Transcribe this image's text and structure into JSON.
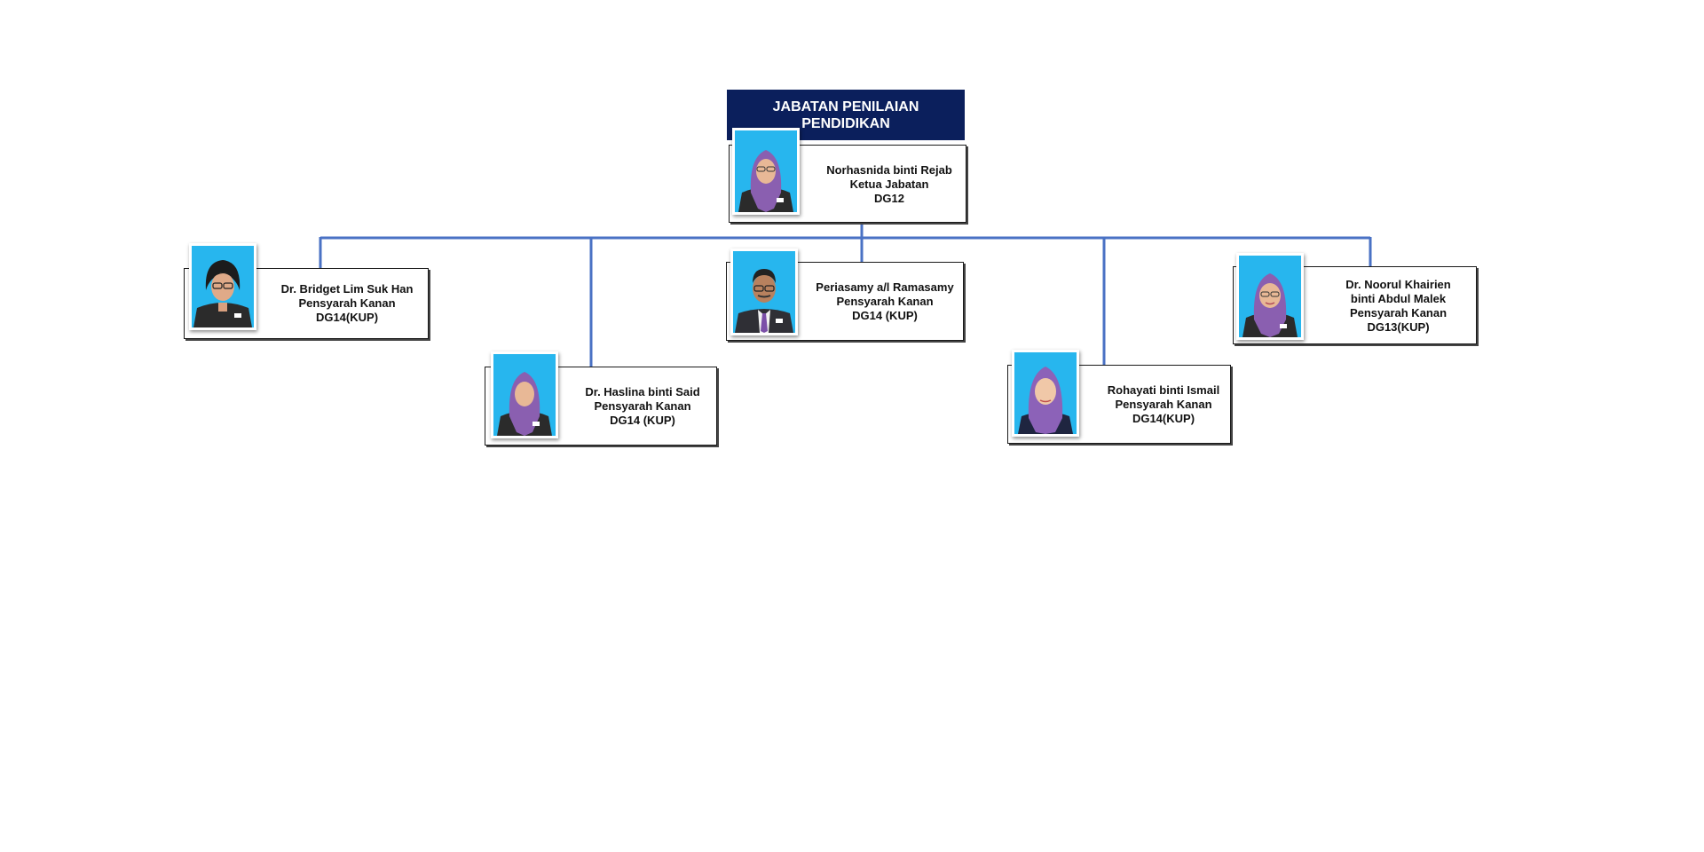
{
  "org": {
    "title_line1": "JABATAN PENILAIAN",
    "title_line2": "PENDIDIKAN",
    "head": {
      "name": "Norhasnida binti Rejab",
      "role": "Ketua Jabatan",
      "grade": "DG12"
    },
    "members": [
      {
        "name": "Dr. Bridget Lim Suk Han",
        "role": "Pensyarah Kanan",
        "grade": "DG14(KUP)"
      },
      {
        "name": "Dr. Haslina binti Said",
        "role": "Pensyarah Kanan",
        "grade": "DG14 (KUP)"
      },
      {
        "name": "Periasamy a/l Ramasamy",
        "role": "Pensyarah Kanan",
        "grade": "DG14 (KUP)"
      },
      {
        "name": "Rohayati binti Ismail",
        "role": "Pensyarah Kanan",
        "grade": "DG14(KUP)"
      },
      {
        "name_line1": "Dr. Noorul Khairien",
        "name_line2": "binti Abdul Malek",
        "role": "Pensyarah Kanan",
        "grade": "DG13(KUP)"
      }
    ]
  },
  "colors": {
    "title_bg": "#0b1f5c",
    "connector": "#4a72c4",
    "photo_bg": "#27b6ee",
    "jacket": "#2b2b2b",
    "hijab": "#8a5fb0",
    "skin": "#e8b896"
  },
  "icons": {
    "head_photo": "portrait-hijab-glasses",
    "member_1_photo": "portrait-short-hair-glasses",
    "member_2_photo": "portrait-hijab",
    "member_3_photo": "portrait-man-glasses-tie",
    "member_4_photo": "portrait-hijab",
    "member_5_photo": "portrait-hijab-glasses"
  }
}
